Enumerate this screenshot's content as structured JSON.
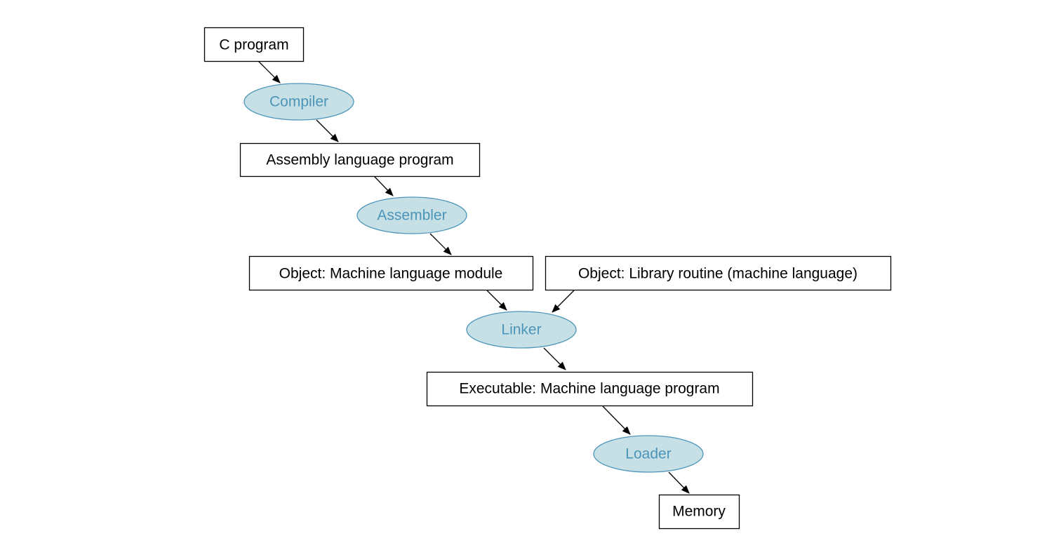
{
  "nodes": {
    "c_program": {
      "label": "C program",
      "kind": "file"
    },
    "compiler": {
      "label": "Compiler",
      "kind": "tool"
    },
    "assembly_program": {
      "label": "Assembly language program",
      "kind": "file"
    },
    "assembler": {
      "label": "Assembler",
      "kind": "tool"
    },
    "object_module": {
      "label": "Object: Machine language module",
      "kind": "file"
    },
    "library_routine": {
      "label": "Object: Library routine (machine language)",
      "kind": "file"
    },
    "linker": {
      "label": "Linker",
      "kind": "tool"
    },
    "executable": {
      "label": "Executable: Machine language program",
      "kind": "file"
    },
    "loader": {
      "label": "Loader",
      "kind": "tool"
    },
    "memory": {
      "label": "Memory",
      "kind": "file"
    }
  },
  "edges": [
    {
      "from": "c_program",
      "to": "compiler"
    },
    {
      "from": "compiler",
      "to": "assembly_program"
    },
    {
      "from": "assembly_program",
      "to": "assembler"
    },
    {
      "from": "assembler",
      "to": "object_module"
    },
    {
      "from": "object_module",
      "to": "linker"
    },
    {
      "from": "library_routine",
      "to": "linker"
    },
    {
      "from": "linker",
      "to": "executable"
    },
    {
      "from": "executable",
      "to": "loader"
    },
    {
      "from": "loader",
      "to": "memory"
    }
  ],
  "colors": {
    "tool_fill": "#c6e0e6",
    "tool_stroke": "#4c95b9",
    "tool_text": "#4c95b9",
    "box_stroke": "#000000",
    "box_text": "#000000",
    "arrow": "#000000"
  }
}
